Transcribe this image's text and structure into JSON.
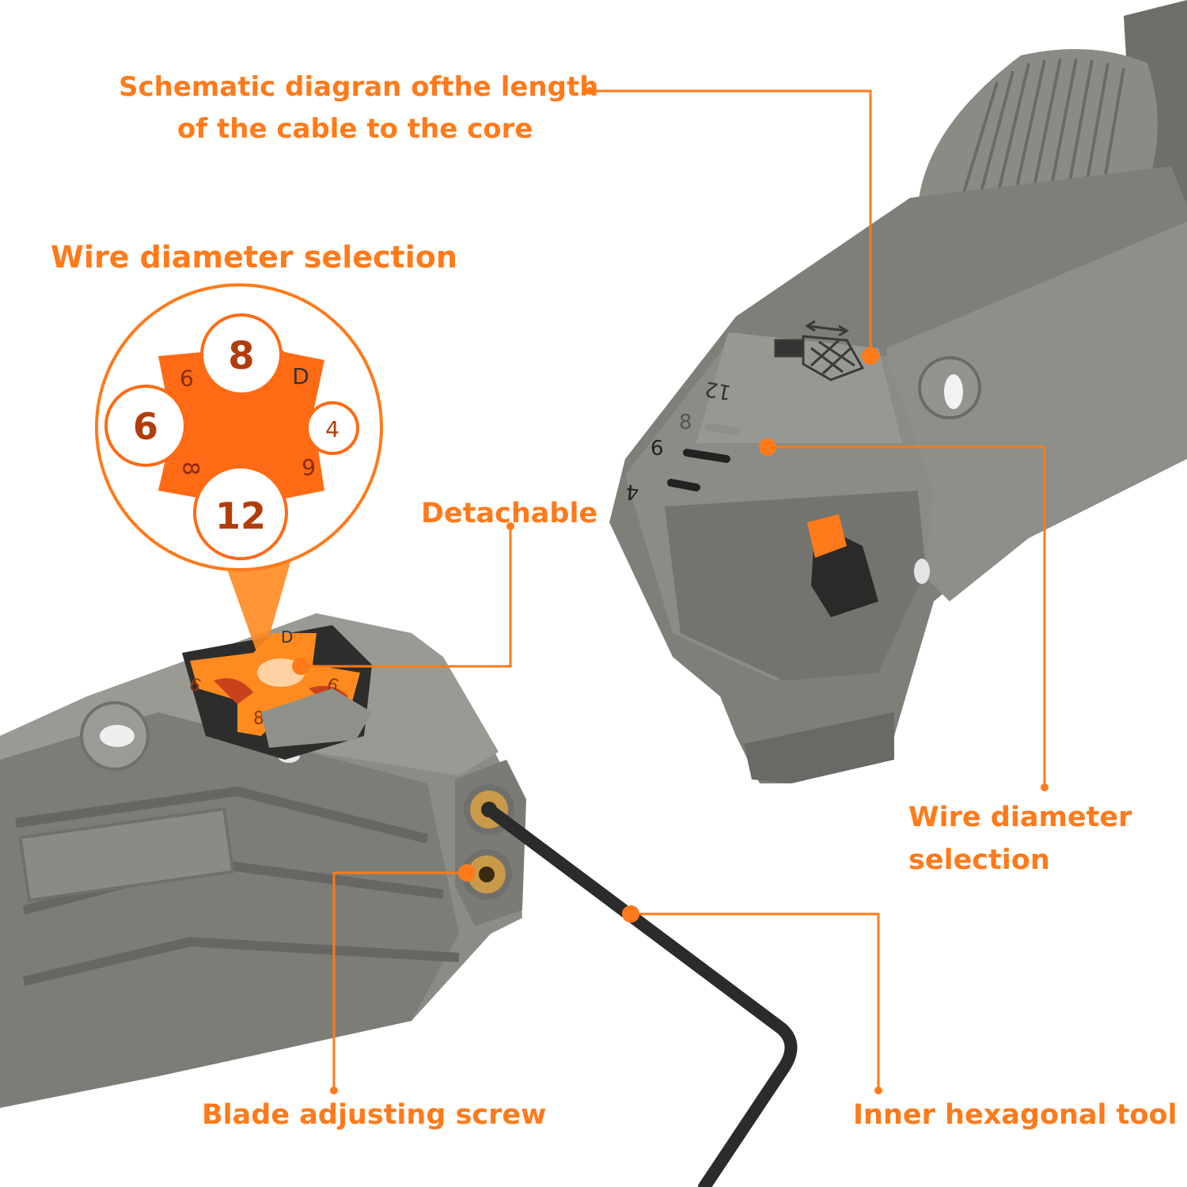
{
  "colors": {
    "accent": "#ff7a1a",
    "tool_body": "#7d7e78",
    "tool_dark": "#5e5f5a",
    "tool_light": "#a3a49e",
    "insert_orange": "#ff8a1f",
    "hex_key": "#2b2b2b",
    "brass": "#c89a4a"
  },
  "labels": {
    "schematic_line1": "Schematic diagran ofthe length",
    "schematic_line2": "of the cable to the core",
    "wire_diameter_top": "Wire diameter selection",
    "detachable": "Detachable",
    "wire_diameter_right_line1": "Wire diameter",
    "wire_diameter_right_line2": "selection",
    "blade_screw": "Blade adjusting screw",
    "hex_tool": "Inner hexagonal tool"
  },
  "insert_callout": {
    "size_top": "8",
    "size_left": "6",
    "size_right": "4",
    "size_bottom": "12",
    "mark_top_left": "9",
    "mark_top_right": "D",
    "mark_bottom_left": "8",
    "mark_bottom_right": "9"
  },
  "right_tool_scale": {
    "mark_12": "12",
    "mark_8": "8",
    "mark_6": "6",
    "mark_4": "4"
  },
  "left_tool_insert": {
    "mark_left": "9",
    "mark_right": "9",
    "mark_bottom": "8",
    "mark_top": "D"
  },
  "icons": {
    "callout_dot": "orange-dot",
    "allen_key": "allen-key-illustration",
    "stripper_tool": "coax-stripper-illustration"
  }
}
